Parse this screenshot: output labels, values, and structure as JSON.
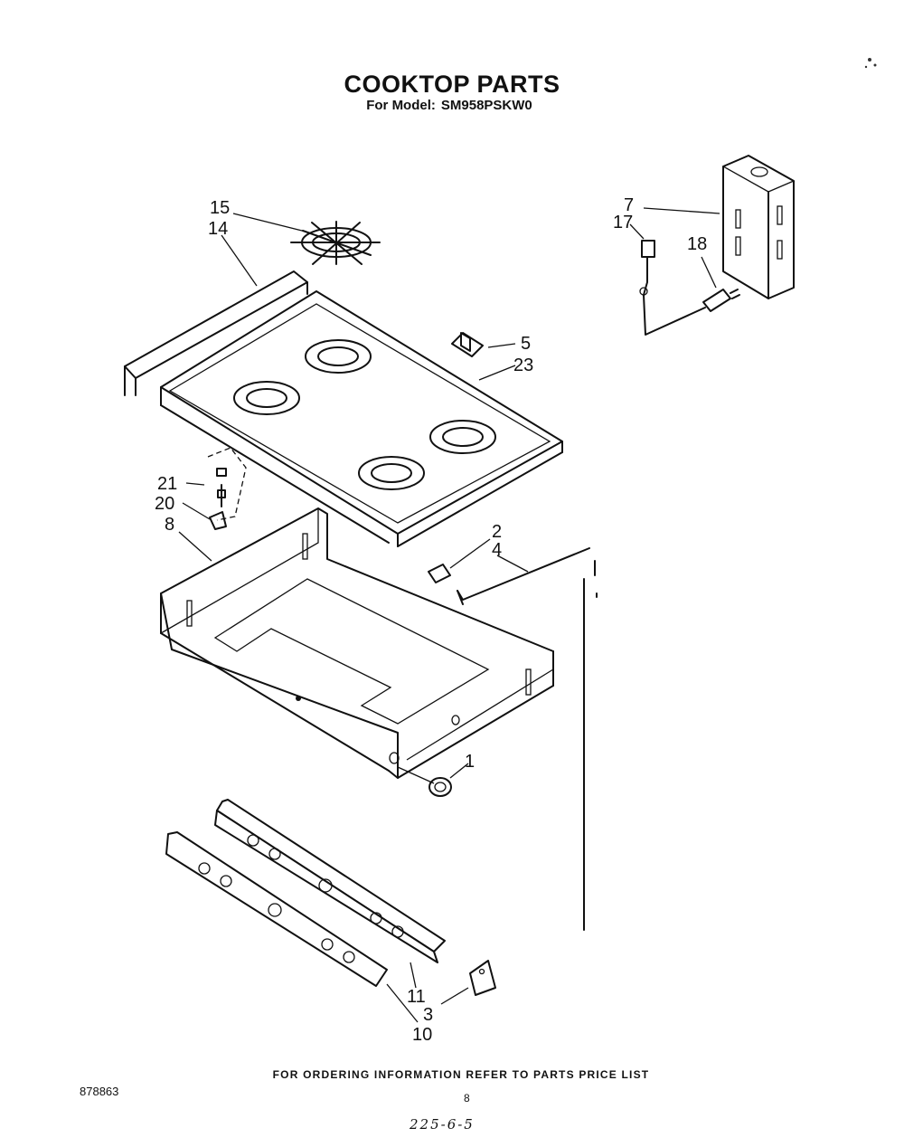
{
  "header": {
    "title": "COOKTOP PARTS",
    "subtitle_prefix": "For Model:",
    "model": "SM958PSKW0"
  },
  "callouts": [
    "15",
    "14",
    "7",
    "17",
    "18",
    "5",
    "23",
    "21",
    "20",
    "8",
    "2",
    "4",
    "1",
    "11",
    "3",
    "10"
  ],
  "footer": {
    "ordering_note": "FOR ORDERING INFORMATION REFER TO PARTS PRICE LIST",
    "document_number": "878863",
    "page_number": "8",
    "handwritten_note": "225-6-5"
  }
}
